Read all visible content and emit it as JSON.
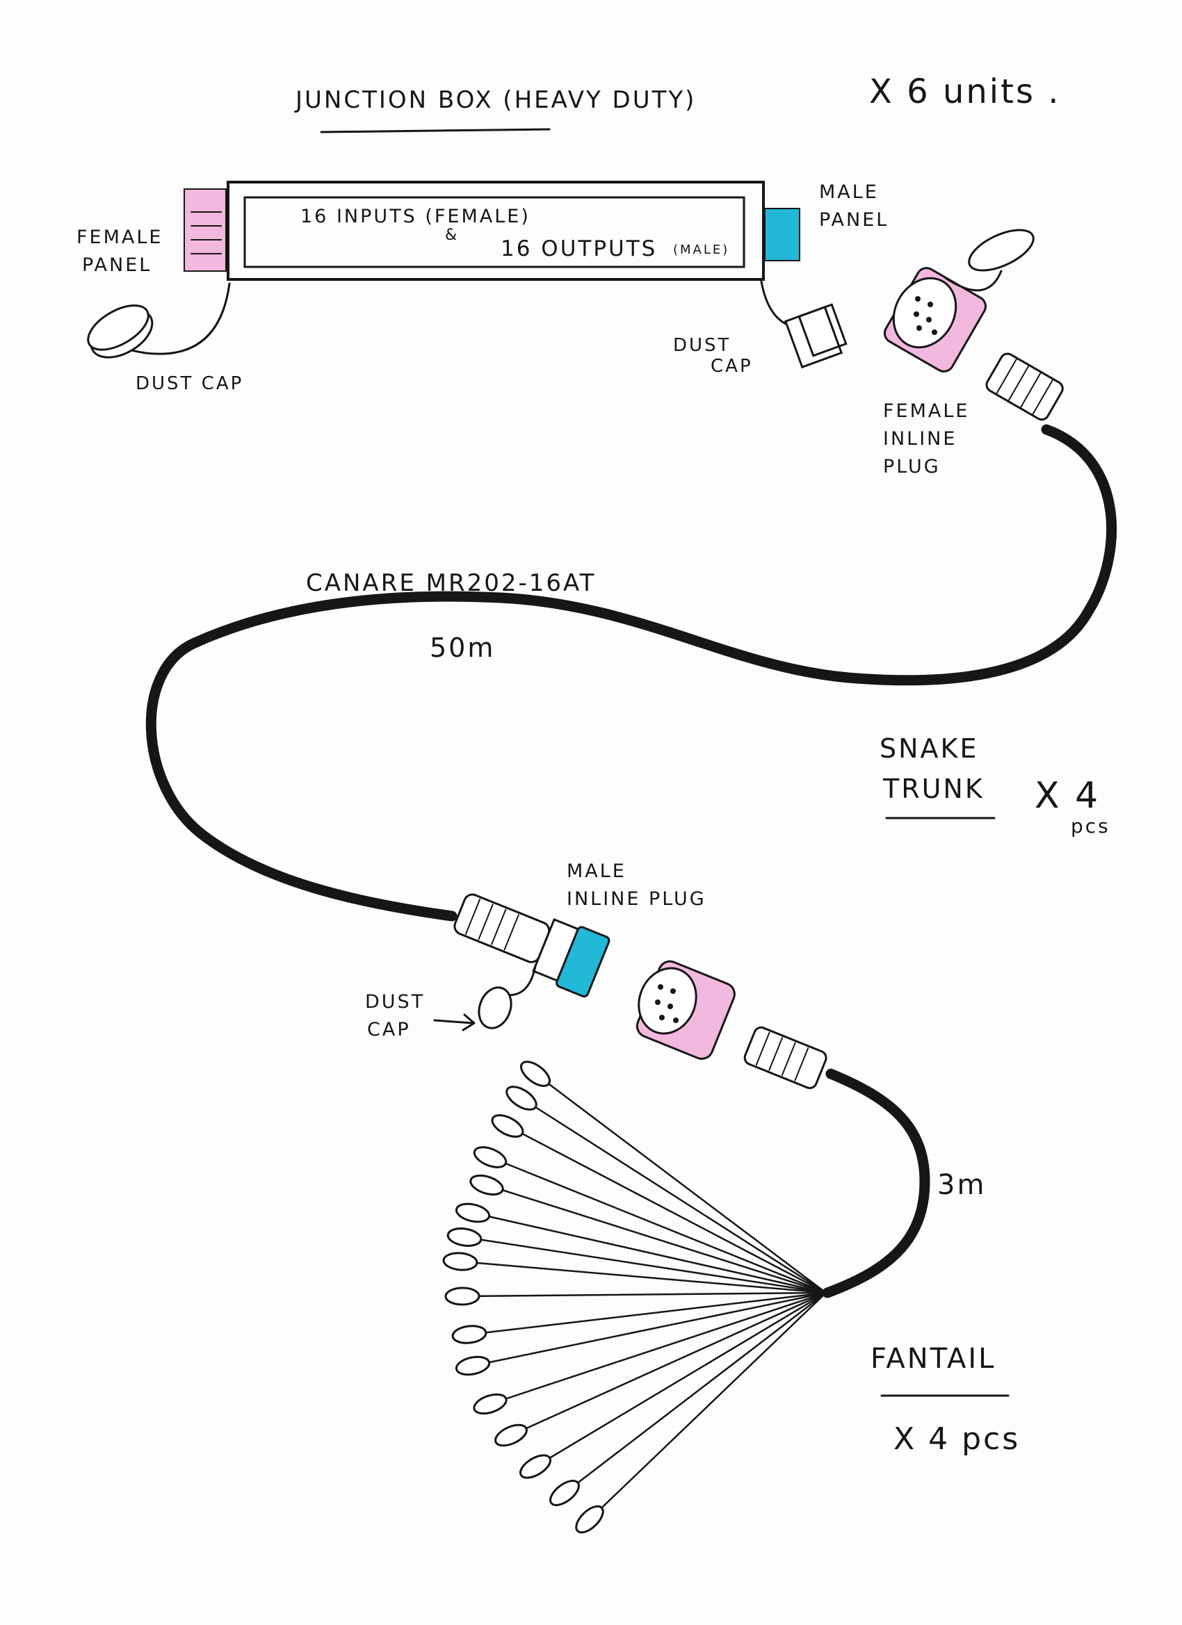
{
  "title": {
    "text": "JUNCTION BOX (HEAVY DUTY)",
    "quantity": "X 6 units ."
  },
  "junction_box": {
    "inputs": "16 INPUTS (FEMALE)",
    "amp": "&",
    "outputs": "16 OUTPUTS",
    "outputs_note": "(MALE)",
    "female_panel": [
      "FEMALE",
      "PANEL"
    ],
    "male_panel": [
      "MALE",
      "PANEL"
    ],
    "dust_cap_left": "DUST CAP",
    "dust_cap_right": [
      "DUST",
      "CAP"
    ]
  },
  "snake": {
    "female_plug": [
      "FEMALE",
      "INLINE",
      "PLUG"
    ],
    "cable": "CANARE MR202-16AT",
    "length": "50m",
    "label": [
      "SNAKE",
      "TRUNK"
    ],
    "quantity": "X 4",
    "unit": "pcs",
    "male_plug": [
      "MALE",
      "INLINE PLUG"
    ],
    "dust_cap": [
      "DUST",
      "CAP"
    ]
  },
  "fantail": {
    "length": "3m",
    "label": "FANTAIL",
    "quantity": "X 4 pcs"
  },
  "colors": {
    "female": "#f2b8de",
    "male": "#22b8d8",
    "ink": "#161616",
    "cable": "#2a2a2a"
  }
}
